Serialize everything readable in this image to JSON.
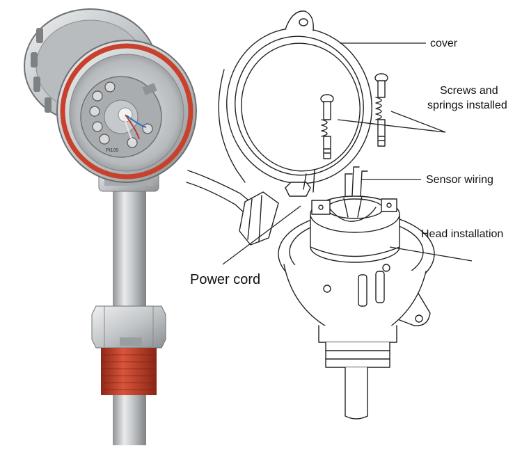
{
  "labels": {
    "cover": "cover",
    "screws_line1": "Screws and",
    "screws_line2": "springs installed",
    "sensor_wiring": "Sensor wiring",
    "head_installation": "Head installation",
    "power_cord": "Power cord"
  },
  "product_markings": {
    "sensor_type": "Pt100"
  },
  "colors": {
    "housing_metal": "#c9cacb",
    "gasket_red": "#c8412c",
    "thread_red": "#c2442a",
    "transmitter_grey": "#a9adb0",
    "ink": "#222222"
  }
}
